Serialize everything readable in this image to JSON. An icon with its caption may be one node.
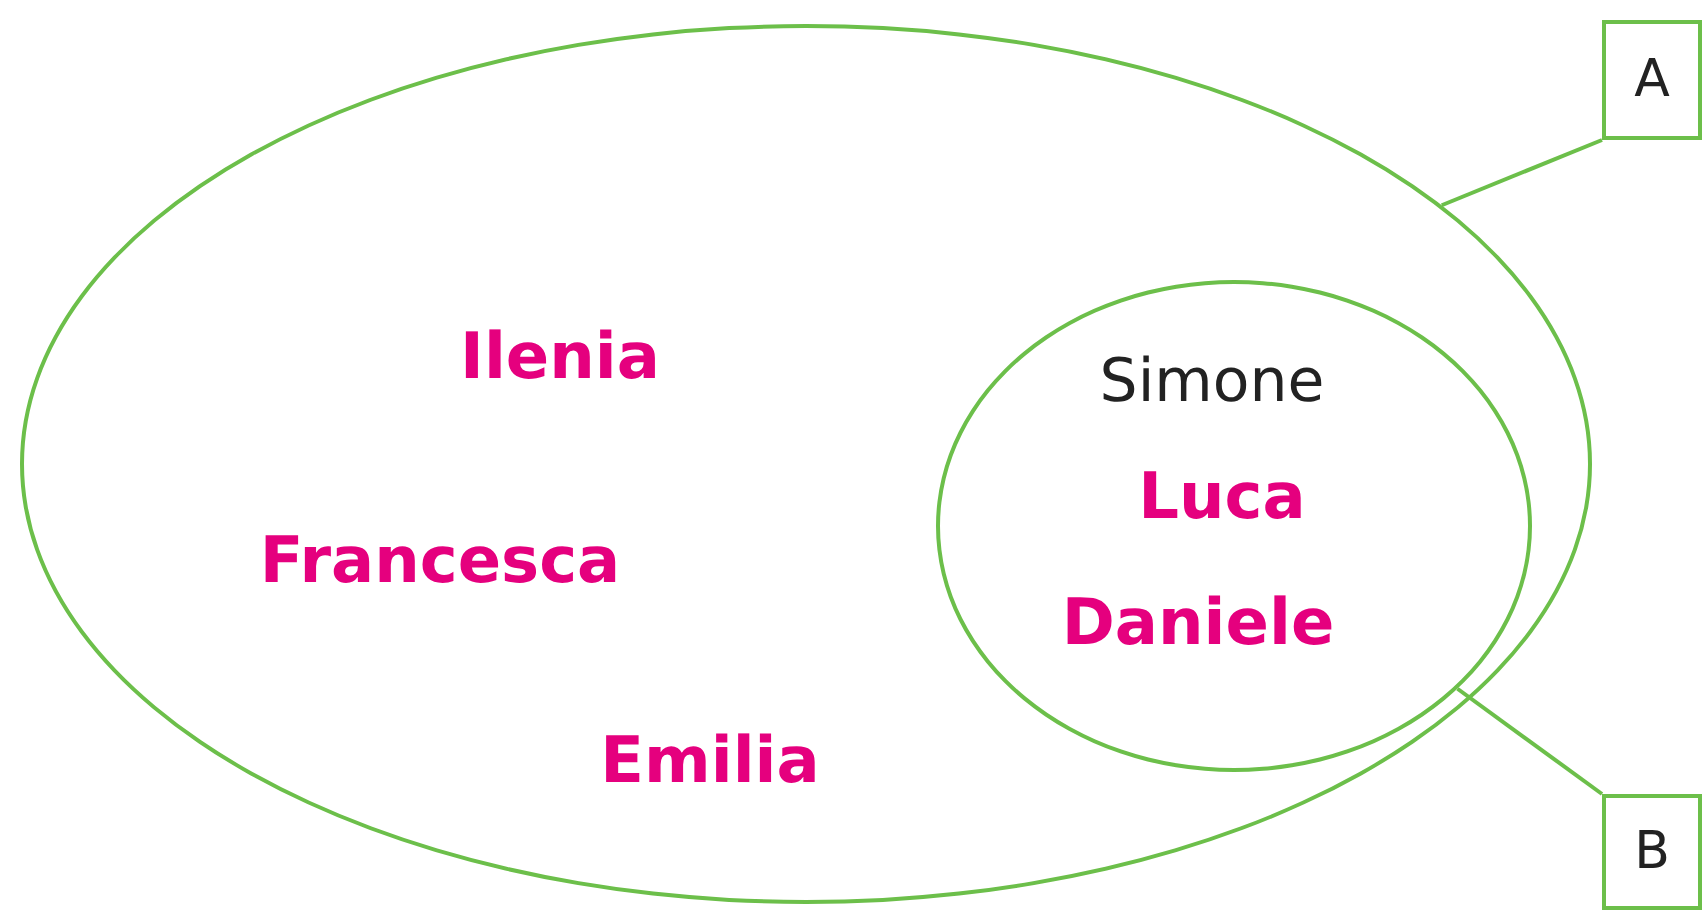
{
  "diagram": {
    "nodes": [
      {
        "text": [],
        "shape": "ellipse"
      },
      {
        "text": [
          "Ilenia"
        ],
        "in": 0
      },
      {
        "text": [
          "Francesca"
        ],
        "in": 0
      },
      {
        "text": [
          "Emilia"
        ],
        "in": 0
      },
      {
        "text": [],
        "shape": "ellipse",
        "in": 0
      },
      {
        "text": [
          "Simone"
        ],
        "in": 4
      },
      {
        "text": [
          "Luca"
        ],
        "in": 4
      },
      {
        "text": [
          "Daniele"
        ],
        "in": 4
      },
      {
        "text": [
          "A"
        ]
      },
      {
        "text": [
          "B"
        ]
      }
    ],
    "edges": [
      {
        "from": 8,
        "to": 0,
        "arrow": "none"
      },
      {
        "from": 9,
        "to": 4,
        "arrow": "none"
      }
    ]
  }
}
